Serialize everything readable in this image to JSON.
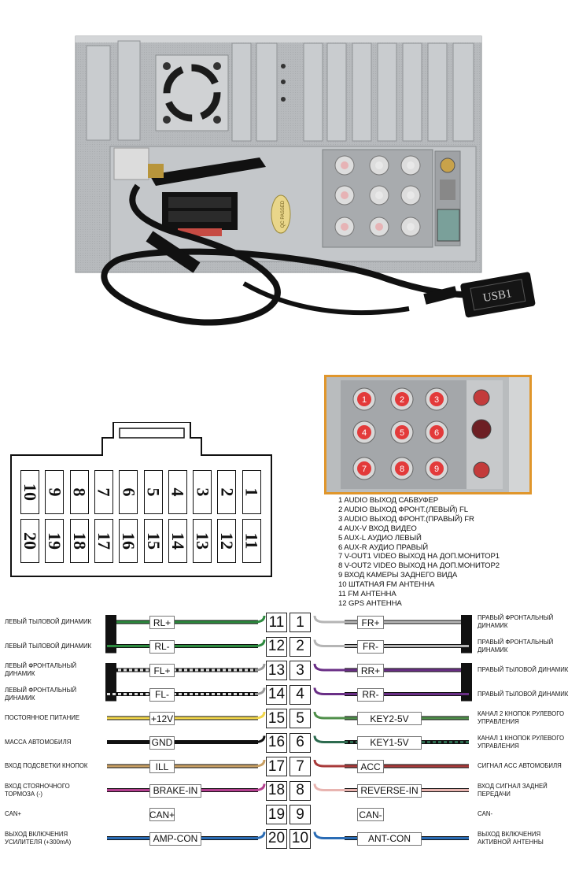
{
  "photo": {
    "usb_label": "USB1",
    "passed_sticker": "QC PASSED",
    "inset_port_labels": [
      "1",
      "4",
      "7",
      "2",
      "5",
      "8",
      "3",
      "6",
      "9"
    ]
  },
  "connector": {
    "top_row": [
      "10",
      "9",
      "8",
      "7",
      "6",
      "5",
      "4",
      "3",
      "2",
      "1"
    ],
    "bottom_row": [
      "20",
      "19",
      "18",
      "17",
      "16",
      "15",
      "14",
      "13",
      "12",
      "11"
    ]
  },
  "legend": [
    "1 AUDIO ВЫХОД САБВУФЕР",
    "2 AUDIO ВЫХОД ФРОНТ.(ЛЕВЫЙ) FL",
    "3 AUDIO ВЫХОД ФРОНТ.(ПРАВЫЙ) FR",
    "4 AUX-V ВХОД ВИДЕО",
    "5 AUX-L АУДИО ЛЕВЫЙ",
    "6 AUX-R АУДИО ПРАВЫЙ",
    "7 V-OUT1 VIDEO ВЫХОД НА ДОП.МОНИТОР1",
    "8 V-OUT2 VIDEO ВЫХОД НА ДОП.МОНИТОР2",
    "9 ВХОД КАМЕРЫ ЗАДНЕГО ВИДА",
    "10 ШТАТНАЯ FM АНТЕННА",
    "11 FM АНТЕННА",
    "12 GPS АНТЕННА"
  ],
  "wiring": {
    "left": [
      {
        "pin": "11",
        "tag": "RL+",
        "desc": [
          "ЛЕВЫЙ ТЫЛОВОЙ ДИНАМИК"
        ],
        "color": "#2d8a3f"
      },
      {
        "pin": "12",
        "tag": "RL-",
        "desc": [
          "ЛЕВЫЙ ТЫЛОВОЙ ДИНАМИК"
        ],
        "color": "#2d8a3f"
      },
      {
        "pin": "13",
        "tag": "FL+",
        "desc": [
          "ЛЕВЫЙ ФРОНТАЛЬНЫЙ",
          "ДИНАМИК"
        ],
        "color": "#dddddd"
      },
      {
        "pin": "14",
        "tag": "FL-",
        "desc": [
          "ЛЕВЫЙ ФРОНТАЛЬНЫЙ",
          "ДИНАМИК"
        ],
        "color": "#dddddd"
      },
      {
        "pin": "15",
        "tag": "+12V",
        "desc": [
          "ПОСТОЯННОЕ ПИТАНИЕ"
        ],
        "color": "#f2d64a"
      },
      {
        "pin": "16",
        "tag": "GND",
        "desc": [
          "МАССА АВТОМОБИЛЯ"
        ],
        "color": "#111111"
      },
      {
        "pin": "17",
        "tag": "ILL",
        "desc": [
          "ВХОД ПОДСВЕТКИ КНОПОК"
        ],
        "color": "#c9a064"
      },
      {
        "pin": "18",
        "tag": "BRAKE-IN",
        "desc": [
          "ВХОД СТОЯНОЧНОГО",
          "ТОРМОЗА (-)"
        ],
        "color": "#b43f8f"
      },
      {
        "pin": "19",
        "tag": "CAN+",
        "desc": [
          "CAN+"
        ],
        "color": ""
      },
      {
        "pin": "20",
        "tag": "AMP-CON",
        "desc": [
          "ВЫХОД ВКЛЮЧЕНИЯ",
          "УСИЛИТЕЛЯ (+300mA)"
        ],
        "color": "#2a6cb5"
      }
    ],
    "right": [
      {
        "pin": "1",
        "tag": "FR+",
        "desc": [
          "ПРАВЫЙ ФРОНТАЛЬНЫЙ",
          "ДИНАМИК"
        ],
        "color": "#b5b5b5"
      },
      {
        "pin": "2",
        "tag": "FR-",
        "desc": [
          "ПРАВЫЙ ФРОНТАЛЬНЫЙ",
          "ДИНАМИК"
        ],
        "color": "#b5b5b5"
      },
      {
        "pin": "3",
        "tag": "RR+",
        "desc": [
          "ПРАВЫЙ ТЫЛОВОЙ ДИНАМИК"
        ],
        "color": "#6a2f86"
      },
      {
        "pin": "4",
        "tag": "RR-",
        "desc": [
          "ПРАВЫЙ ТЫЛОВОЙ ДИНАМИК"
        ],
        "color": "#6a2f86"
      },
      {
        "pin": "5",
        "tag": "KEY2-5V",
        "desc": [
          "КАНАЛ 2 КНОПОК РУЛЕВОГО",
          "УПРАВЛЕНИЯ"
        ],
        "color": "#4f8f4a"
      },
      {
        "pin": "6",
        "tag": "KEY1-5V",
        "desc": [
          "КАНАЛ 1 КНОПОК РУЛЕВОГО",
          "УПРАВЛЕНИЯ"
        ],
        "color": "#2d6b4f"
      },
      {
        "pin": "7",
        "tag": "ACC",
        "desc": [
          "СИГНАЛ ACC АВТОМОБИЛЯ"
        ],
        "color": "#a83a3a"
      },
      {
        "pin": "8",
        "tag": "REVERSE-IN",
        "desc": [
          "ВХОД СИГНАЛ ЗАДНЕЙ",
          "ПЕРЕДАЧИ"
        ],
        "color": "#e8b4b0"
      },
      {
        "pin": "9",
        "tag": "CAN-",
        "desc": [
          "CAN-"
        ],
        "color": ""
      },
      {
        "pin": "10",
        "tag": "ANT-CON",
        "desc": [
          "ВЫХОД ВКЛЮЧЕНИЯ",
          "АКТИВНОЙ АНТЕННЫ"
        ],
        "color": "#2a6cb5"
      }
    ]
  }
}
